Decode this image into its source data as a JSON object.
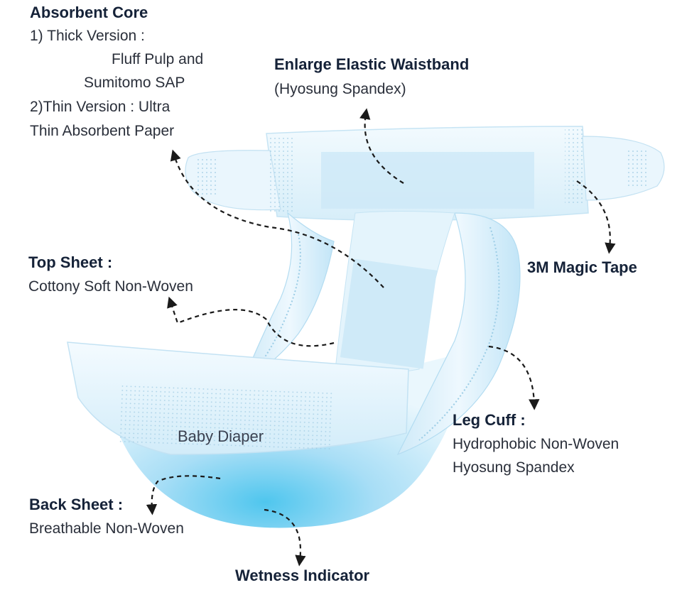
{
  "labels": {
    "absorbent_core": {
      "title": "Absorbent Core",
      "line1": "1) Thick Version :",
      "line2": "Fluff Pulp and",
      "line3": "Sumitomo SAP",
      "line4": "2)Thin Version : Ultra",
      "line5": "Thin Absorbent Paper"
    },
    "waistband": {
      "title": "Enlarge Elastic Waistband",
      "body": "(Hyosung Spandex)"
    },
    "magic_tape": {
      "title": "3M Magic Tape"
    },
    "top_sheet": {
      "title": "Top Sheet :",
      "body": "Cottony Soft Non-Woven"
    },
    "leg_cuff": {
      "title": "Leg Cuff :",
      "line1": "Hydrophobic Non-Woven",
      "line2": "Hyosung Spandex"
    },
    "back_sheet": {
      "title": "Back Sheet :",
      "body": "Breathable Non-Woven"
    },
    "wetness": {
      "title": "Wetness Indicator"
    },
    "diaper_print": "Baby Diaper"
  },
  "colors": {
    "diaper_light": "#e6f5fd",
    "diaper_mid": "#b9e3f7",
    "diaper_deep": "#5ecbef",
    "arrow": "#1a1a1a",
    "title_text": "#152238"
  }
}
